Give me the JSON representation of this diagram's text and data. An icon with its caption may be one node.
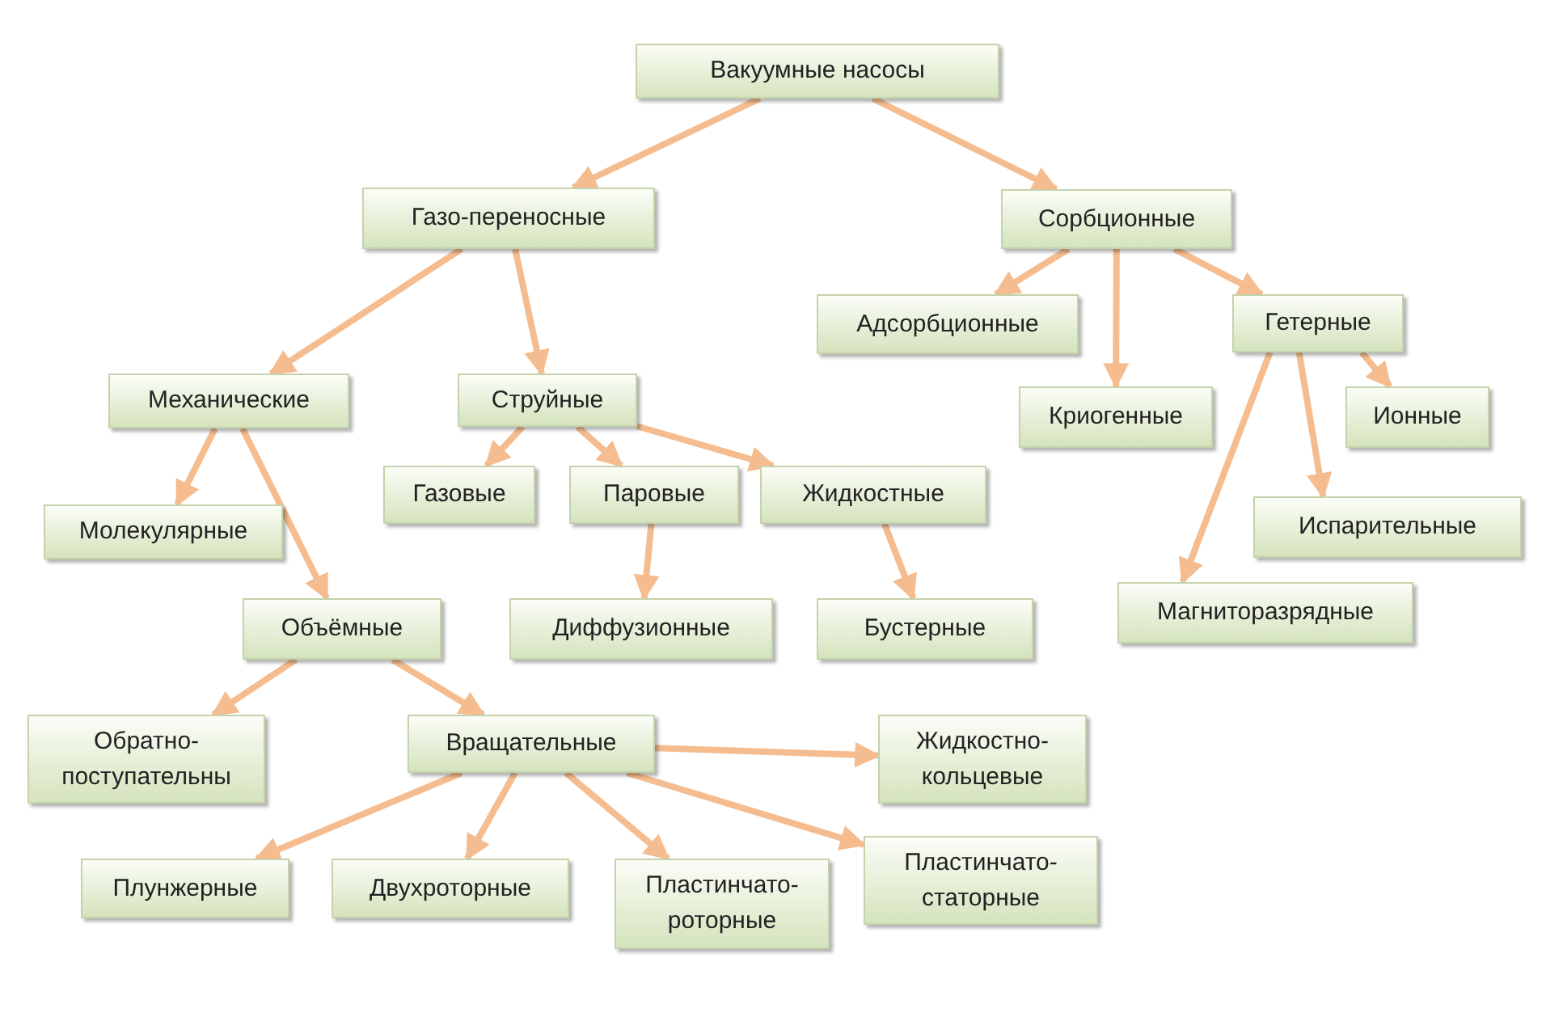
{
  "diagram": {
    "nodes": [
      {
        "text": [
          "Вакуумные насосы"
        ]
      },
      {
        "text": [
          "Газо-переносные"
        ]
      },
      {
        "text": [
          "Сорбционные"
        ]
      },
      {
        "text": [
          "Механические"
        ]
      },
      {
        "text": [
          "Струйные"
        ]
      },
      {
        "text": [
          "Адсорбционные"
        ]
      },
      {
        "text": [
          "Криогенные"
        ]
      },
      {
        "text": [
          "Гетерные"
        ]
      },
      {
        "text": [
          "Ионные"
        ]
      },
      {
        "text": [
          "Молекулярные"
        ]
      },
      {
        "text": [
          "Газовые"
        ]
      },
      {
        "text": [
          "Паровые"
        ]
      },
      {
        "text": [
          "Жидкостные"
        ]
      },
      {
        "text": [
          "Испарительные"
        ]
      },
      {
        "text": [
          "Объёмные"
        ]
      },
      {
        "text": [
          "Диффузионные"
        ]
      },
      {
        "text": [
          "Бустерные"
        ]
      },
      {
        "text": [
          "Магниторазрядные"
        ]
      },
      {
        "text": [
          "Обратно- поступательны"
        ]
      },
      {
        "text": [
          "Вращательные"
        ]
      },
      {
        "text": [
          "Жидкостно- кольцевые"
        ]
      },
      {
        "text": [
          "Плунжерные"
        ]
      },
      {
        "text": [
          "Двухроторные"
        ]
      },
      {
        "text": [
          "Пластинчато- роторные"
        ]
      },
      {
        "text": [
          "Пластинчато- статорные"
        ]
      }
    ],
    "edges": [
      {
        "from": 0,
        "to": 1,
        "arrow": "to"
      },
      {
        "from": 0,
        "to": 2,
        "arrow": "to"
      },
      {
        "from": 1,
        "to": 3,
        "arrow": "to"
      },
      {
        "from": 1,
        "to": 4,
        "arrow": "to"
      },
      {
        "from": 2,
        "to": 5,
        "arrow": "to"
      },
      {
        "from": 2,
        "to": 6,
        "arrow": "to"
      },
      {
        "from": 2,
        "to": 7,
        "arrow": "to"
      },
      {
        "from": 7,
        "to": 8,
        "arrow": "to"
      },
      {
        "from": 7,
        "to": 13,
        "arrow": "to"
      },
      {
        "from": 7,
        "to": 17,
        "arrow": "to"
      },
      {
        "from": 3,
        "to": 9,
        "arrow": "to"
      },
      {
        "from": 3,
        "to": 14,
        "arrow": "to"
      },
      {
        "from": 4,
        "to": 10,
        "arrow": "to"
      },
      {
        "from": 4,
        "to": 11,
        "arrow": "to"
      },
      {
        "from": 4,
        "to": 12,
        "arrow": "to"
      },
      {
        "from": 11,
        "to": 15,
        "arrow": "to"
      },
      {
        "from": 12,
        "to": 16,
        "arrow": "to"
      },
      {
        "from": 14,
        "to": 18,
        "arrow": "to"
      },
      {
        "from": 14,
        "to": 19,
        "arrow": "to"
      },
      {
        "from": 19,
        "to": 20,
        "arrow": "to"
      },
      {
        "from": 19,
        "to": 21,
        "arrow": "to"
      },
      {
        "from": 19,
        "to": 22,
        "arrow": "to"
      },
      {
        "from": 19,
        "to": 23,
        "arrow": "to"
      },
      {
        "from": 19,
        "to": 24,
        "arrow": "to"
      }
    ]
  }
}
